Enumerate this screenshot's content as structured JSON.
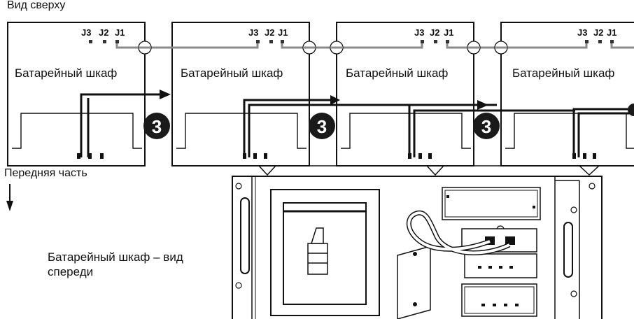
{
  "labels": {
    "top_view": "Вид сверху",
    "front": "Передняя часть",
    "front_view": "Батарейный шкаф – вид спереди"
  },
  "cabinets": [
    {
      "title": "Батарейный шкаф",
      "j3": "J3",
      "j2": "J2",
      "j1": "J1"
    },
    {
      "title": "Батарейный шкаф",
      "j3": "J3",
      "j2": "J2",
      "j1": "J1"
    },
    {
      "title": "Батарейный шкаф",
      "j3": "J3",
      "j2": "J2",
      "j1": "J1"
    },
    {
      "title": "Батарейный шкаф",
      "j3": "J3",
      "j2": "J2",
      "j1": "J1"
    }
  ],
  "badges": [
    "3",
    "3",
    "3"
  ],
  "colors": {
    "line": "#111111",
    "grey_cable": "#8a8a8a",
    "badge": "#1a1a1a"
  }
}
